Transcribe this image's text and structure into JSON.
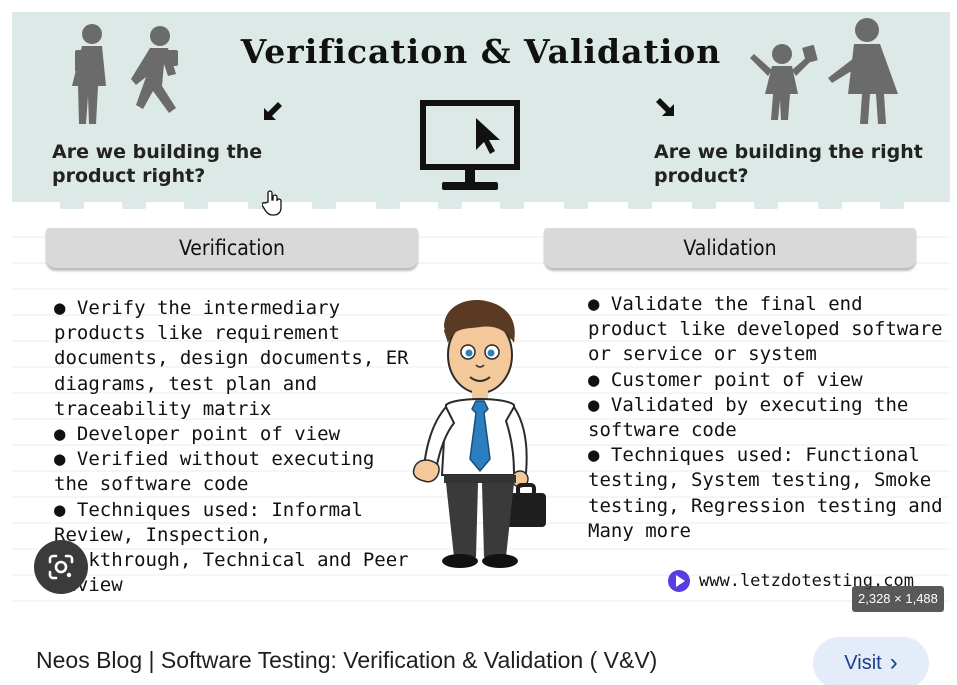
{
  "infographic": {
    "title": "Verification & Validation",
    "question_left": "Are we building the product right?",
    "question_right": "Are we building the right product?",
    "verification": {
      "header": "Verification",
      "bullets": [
        "Verify the intermediary products like requirement documents, design documents, ER diagrams, test plan and traceability matrix",
        "Developer point of view",
        "Verified without executing the software code",
        "Techniques used: Informal Review, Inspection, Walkthrough, Technical and Peer review"
      ]
    },
    "validation": {
      "header": "Validation",
      "bullets": [
        "Validate the final end product like developed software or service or system",
        "Customer point of view",
        "Validated by executing the software code",
        "Techniques used: Functional testing, System testing, Smoke testing, Regression testing and Many more"
      ]
    },
    "website": "www.letzdotesting.com",
    "bullet_char": "●"
  },
  "image_dimensions": "2,328 × 1,488",
  "caption": "Neos Blog | Software Testing: Verification & Validation ( V&V)",
  "visit_button": {
    "label": "Visit",
    "chevron": "›"
  },
  "icons": {
    "lens": "google-lens-icon",
    "play": "play-icon",
    "monitor": "monitor-cursor-icon"
  },
  "colors": {
    "band": "#dde9e7",
    "header_grey": "#d9d9d9",
    "play_purple": "#5a3de0",
    "visit_bg": "#e4ecfa",
    "visit_text": "#1a3e8c"
  }
}
